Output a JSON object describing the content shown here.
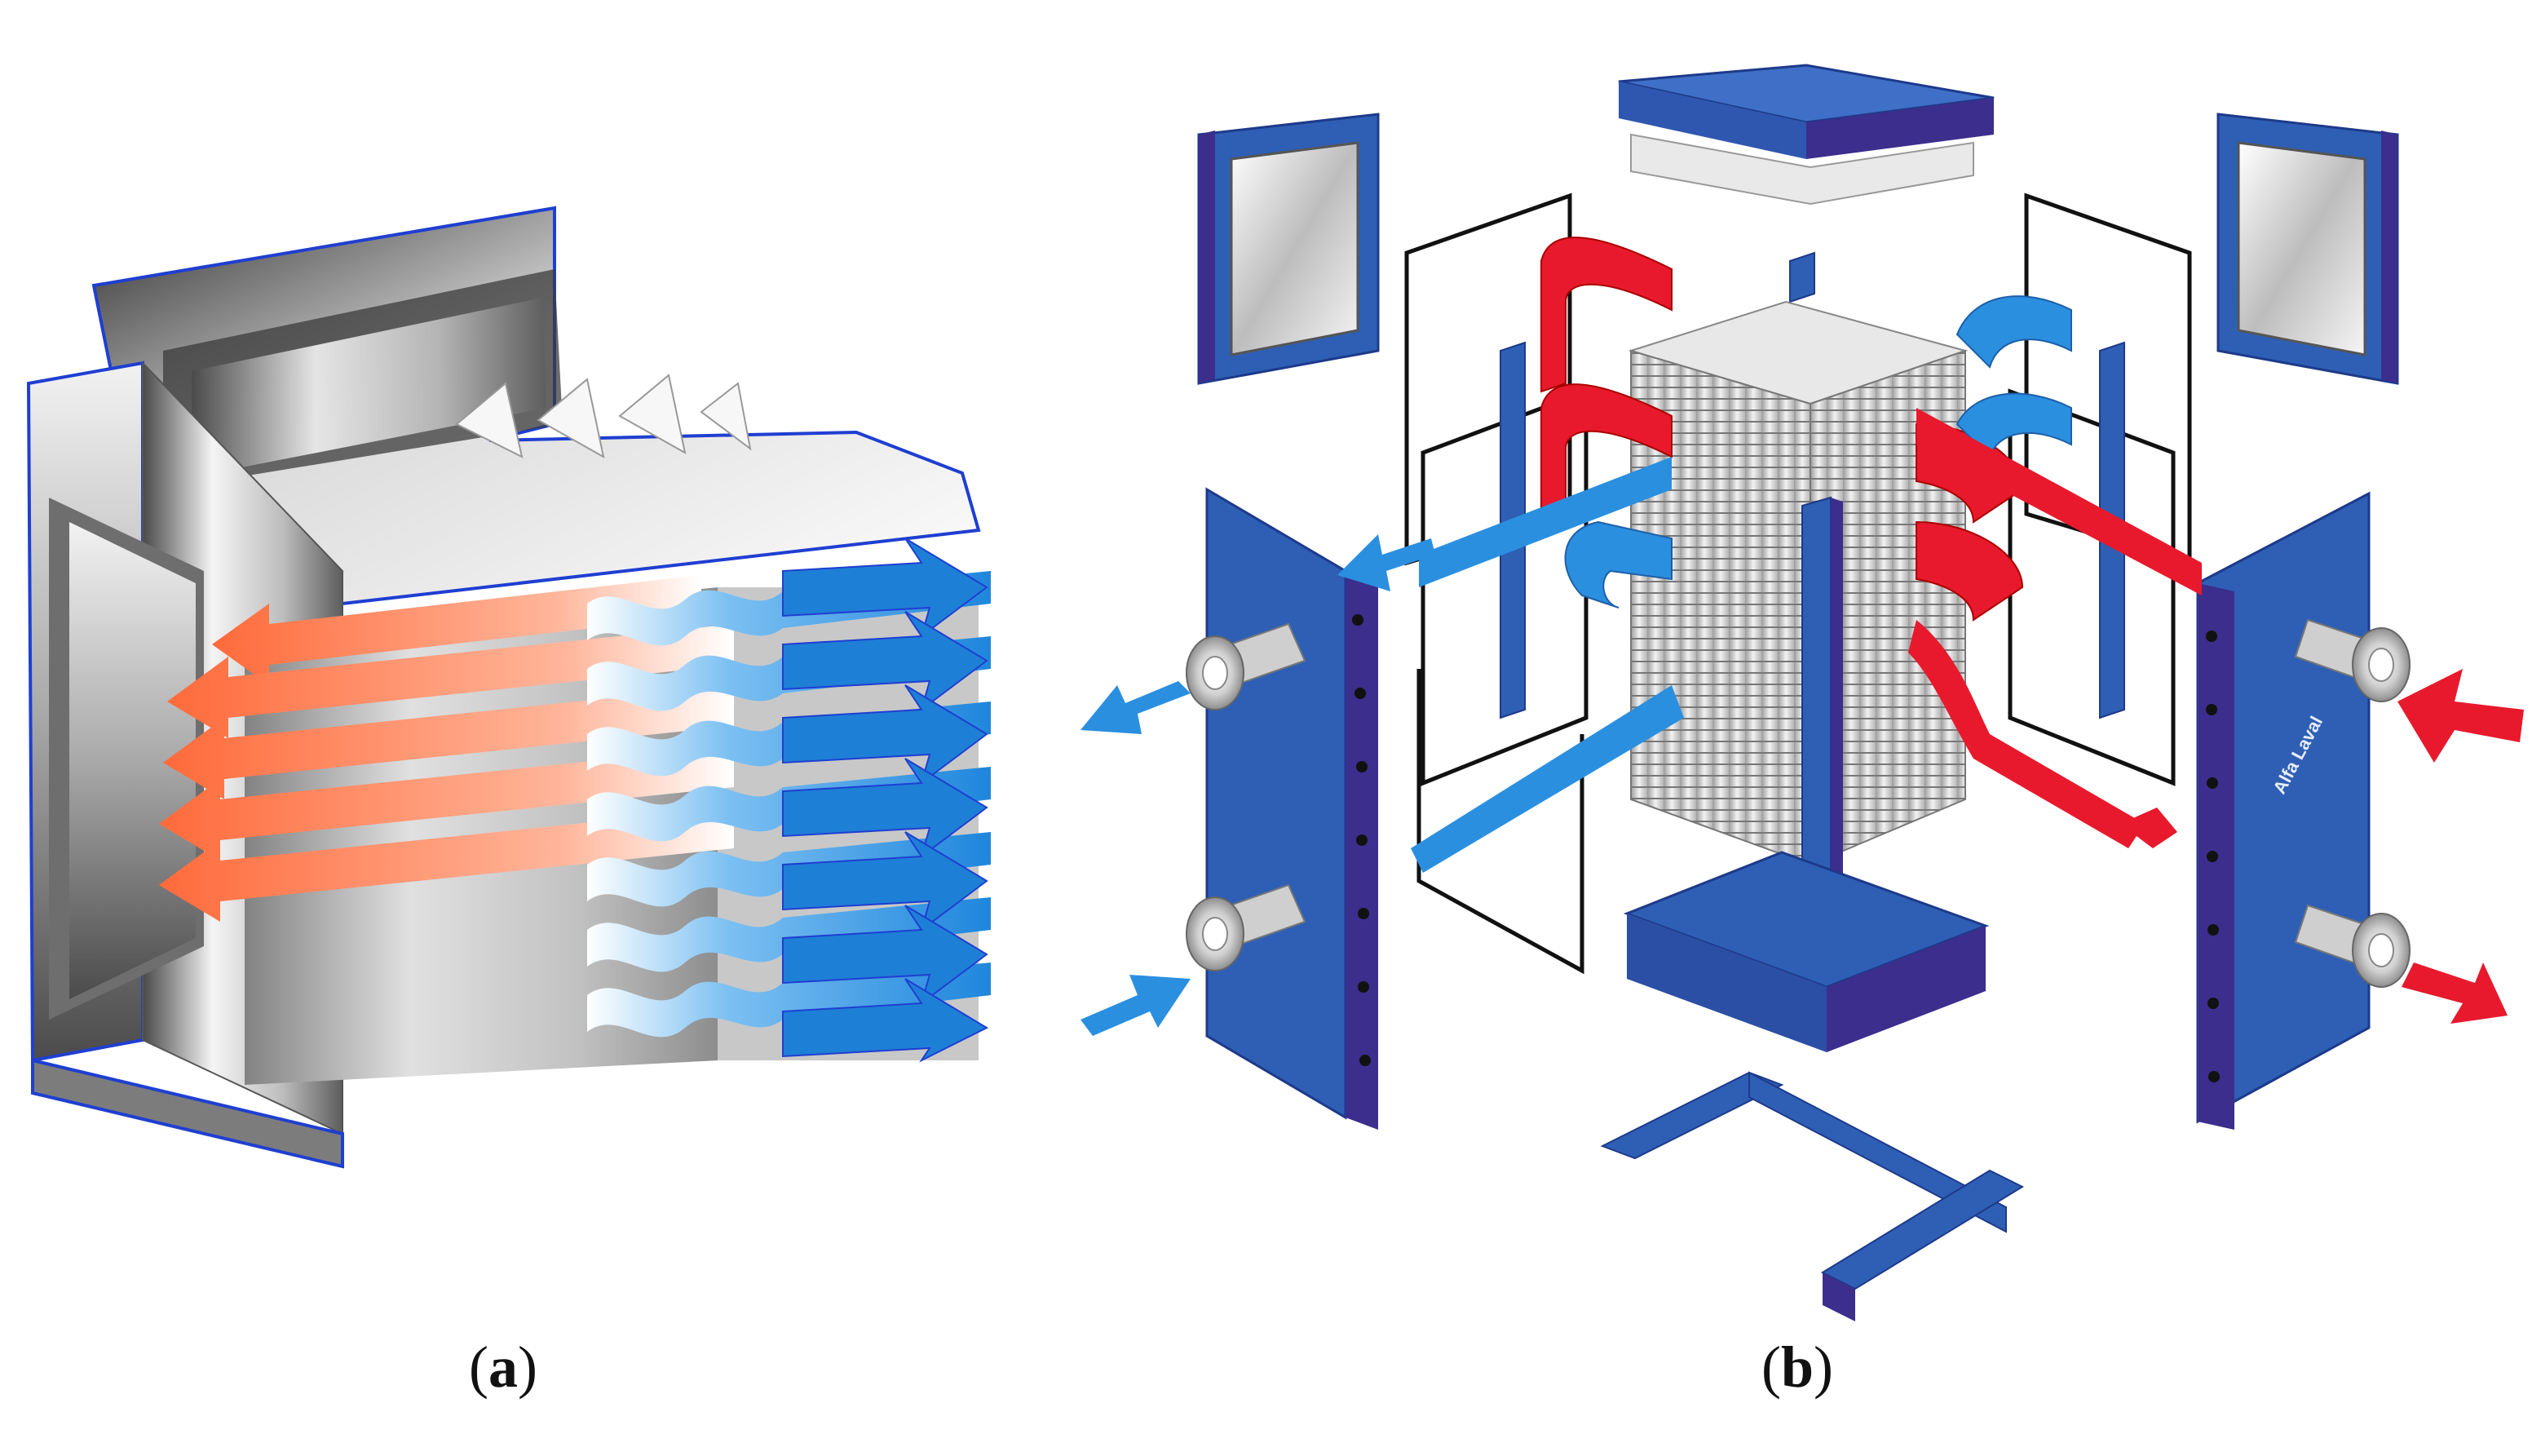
{
  "figure": {
    "panels": [
      {
        "id": "a",
        "caption_open": "(",
        "caption_letter": "a",
        "caption_close": ")"
      },
      {
        "id": "b",
        "caption_open": "(",
        "caption_letter": "b",
        "caption_close": ")"
      }
    ],
    "brand_label": "Alfa Laval"
  },
  "colors": {
    "hot_stream": "#ff7a4a",
    "hot_stream_b": "#e8192c",
    "cold_stream": "#2b8fe0",
    "frame_blue": "#2e5fb5",
    "frame_dark": "#3b2e8c",
    "steel_light": "#e6e6e6",
    "steel_dark": "#5a5a5a",
    "outline": "#1f3fd1"
  },
  "icons": [
    "arrow-hot",
    "arrow-cold"
  ]
}
